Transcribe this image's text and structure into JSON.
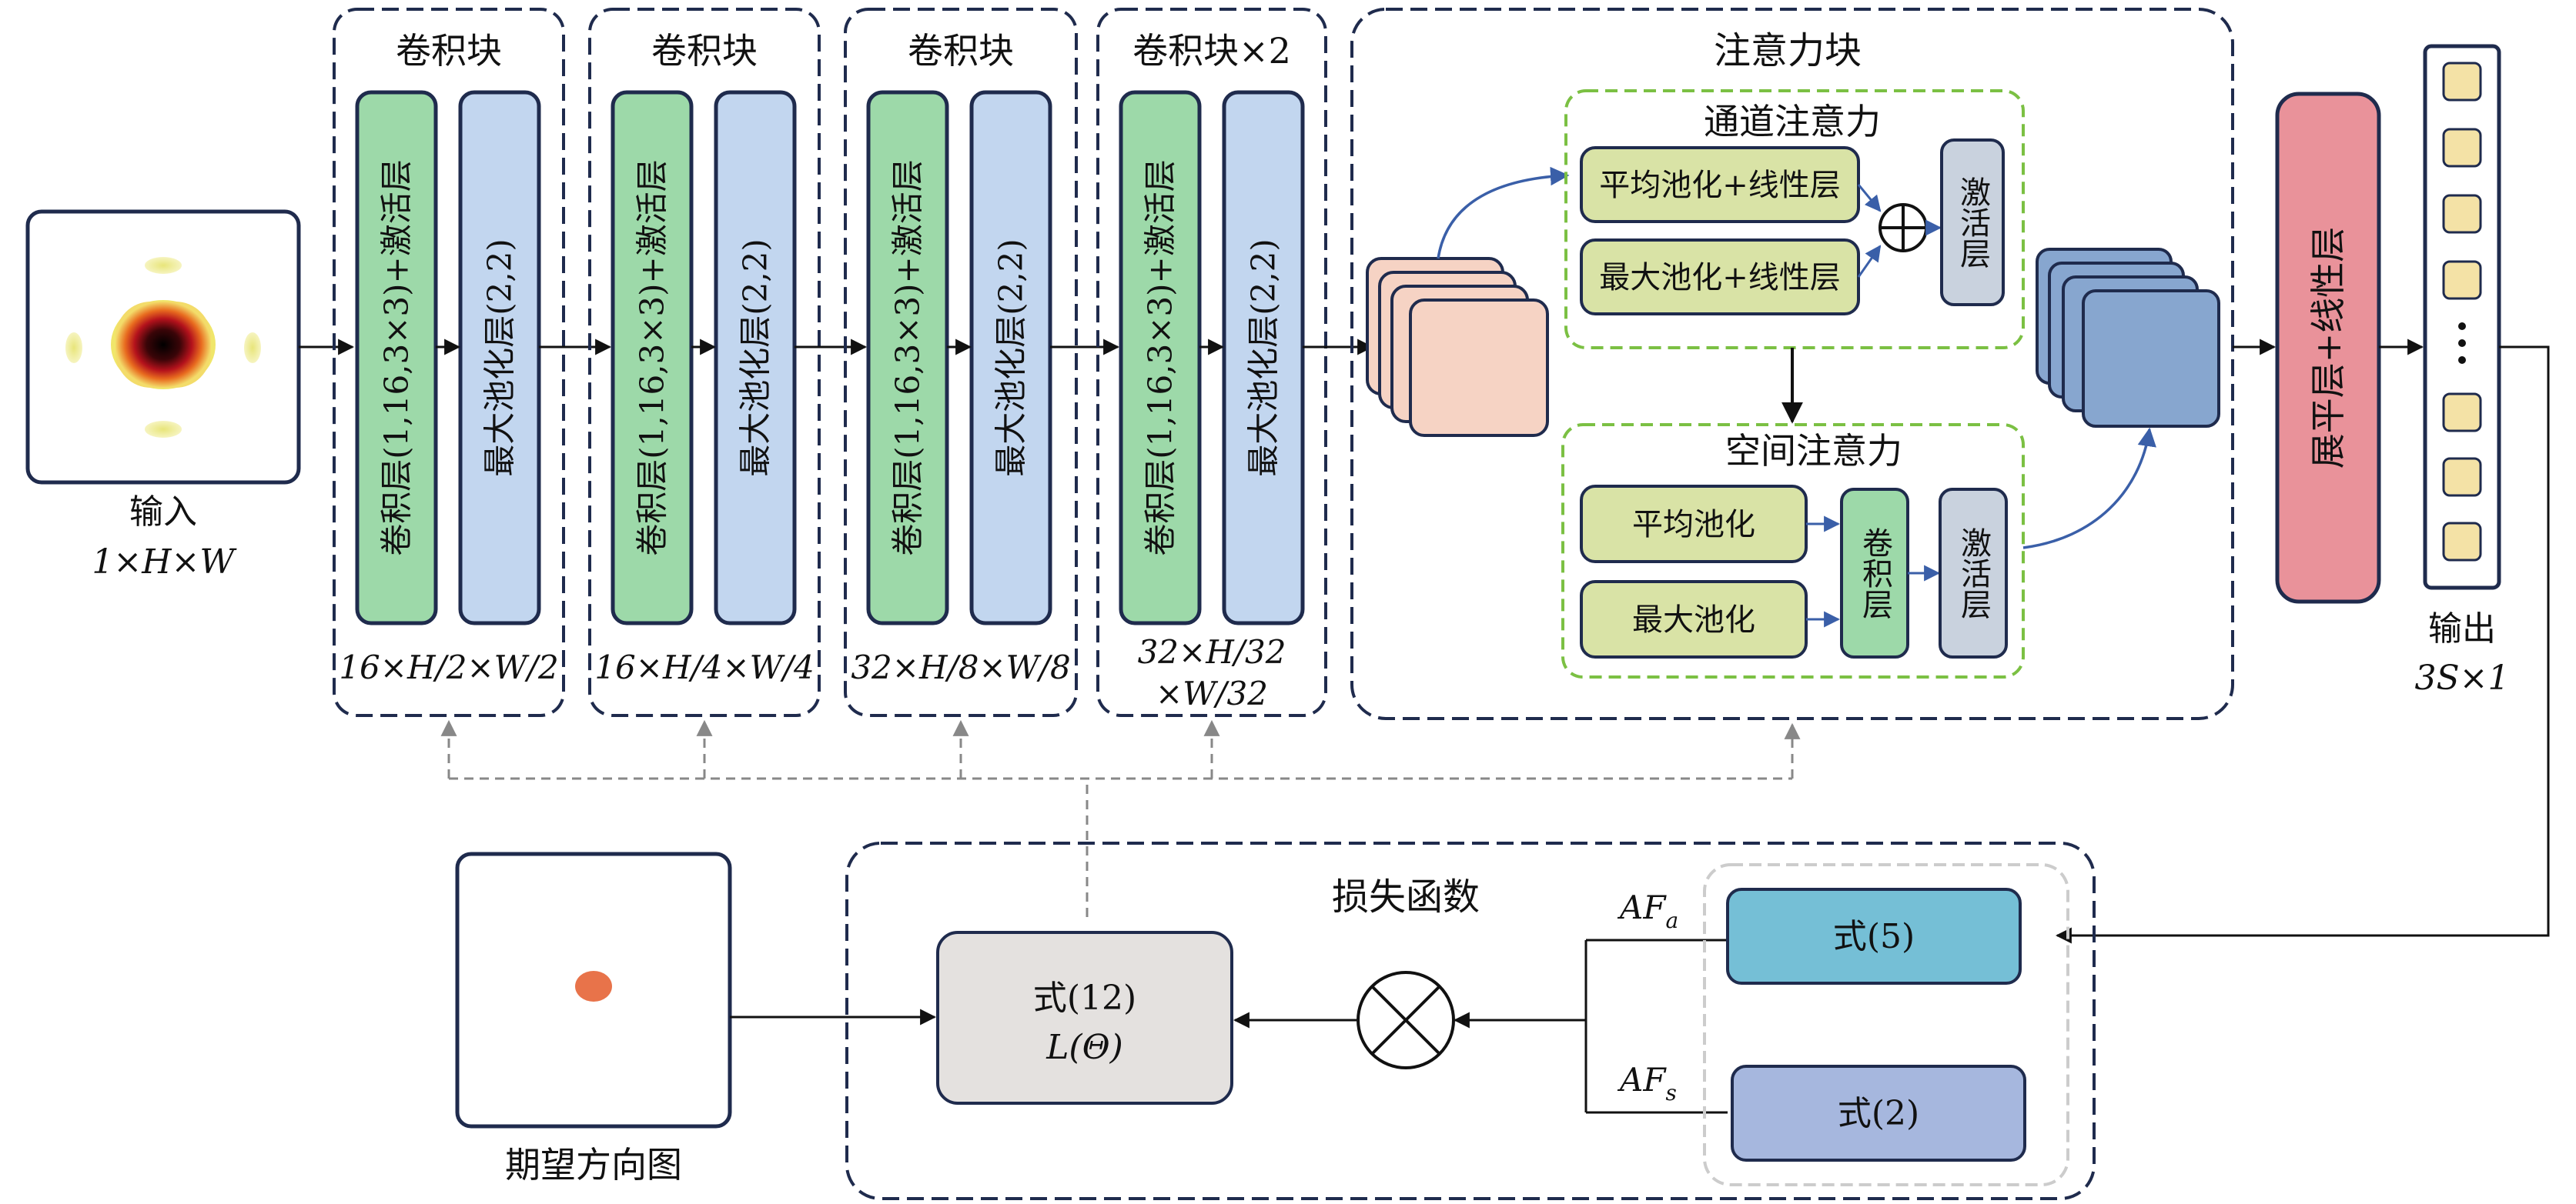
{
  "input": {
    "label": "输入",
    "dims": "1×H×W"
  },
  "conv_blocks": [
    {
      "title": "卷积块",
      "conv_label": "卷积层(1,16,3×3)+激活层",
      "pool_label": "最大池化层(2,2)",
      "dims": "16×H/2×W/2"
    },
    {
      "title": "卷积块",
      "conv_label": "卷积层(1,16,3×3)+激活层",
      "pool_label": "最大池化层(2,2)",
      "dims": "16×H/4×W/4"
    },
    {
      "title": "卷积块",
      "conv_label": "卷积层(1,16,3×3)+激活层",
      "pool_label": "最大池化层(2,2)",
      "dims": "32×H/8×W/8"
    },
    {
      "title": "卷积块×2",
      "conv_label": "卷积层(1,16,3×3)+激活层",
      "pool_label": "最大池化层(2,2)",
      "dims_line1": "32×H/32",
      "dims_line2": "×W/32"
    }
  ],
  "attention": {
    "title": "注意力块",
    "channel": {
      "title": "通道注意力",
      "avg": "平均池化+线性层",
      "max": "最大池化+线性层",
      "activation": "激活层"
    },
    "spatial": {
      "title": "空间注意力",
      "avg": "平均池化",
      "max": "最大池化",
      "conv": "卷积层",
      "activation": "激活层"
    }
  },
  "flatten_label": "展平层+线性层",
  "output": {
    "label": "输出",
    "dims": "3S×1"
  },
  "loss": {
    "title": "损失函数",
    "main_eq": "式(12)",
    "main_sym": "L(Θ)",
    "eq_a": "式(5)",
    "eq_s": "式(2)",
    "af_a": "AFa",
    "af_s": "AFs"
  },
  "target_label": "期望方向图",
  "colors": {
    "conv_green": "#9dd9a9",
    "pool_blue": "#c2d6ef",
    "feature_pink": "#f6d3c4",
    "feature_blue": "#87a6cf",
    "attn_yellow": "#d9e3a6",
    "act_gray": "#c9d2de",
    "flatten_red": "#e9929a",
    "cell_yellow": "#f4e2a6",
    "eq_cyan": "#75bfd6",
    "eq_blue": "#a6b7de",
    "loss_gray": "#e4e1df",
    "frame_navy": "#1f2b4d",
    "dashed_green": "#7bc043",
    "target_orange": "#e8734a"
  }
}
